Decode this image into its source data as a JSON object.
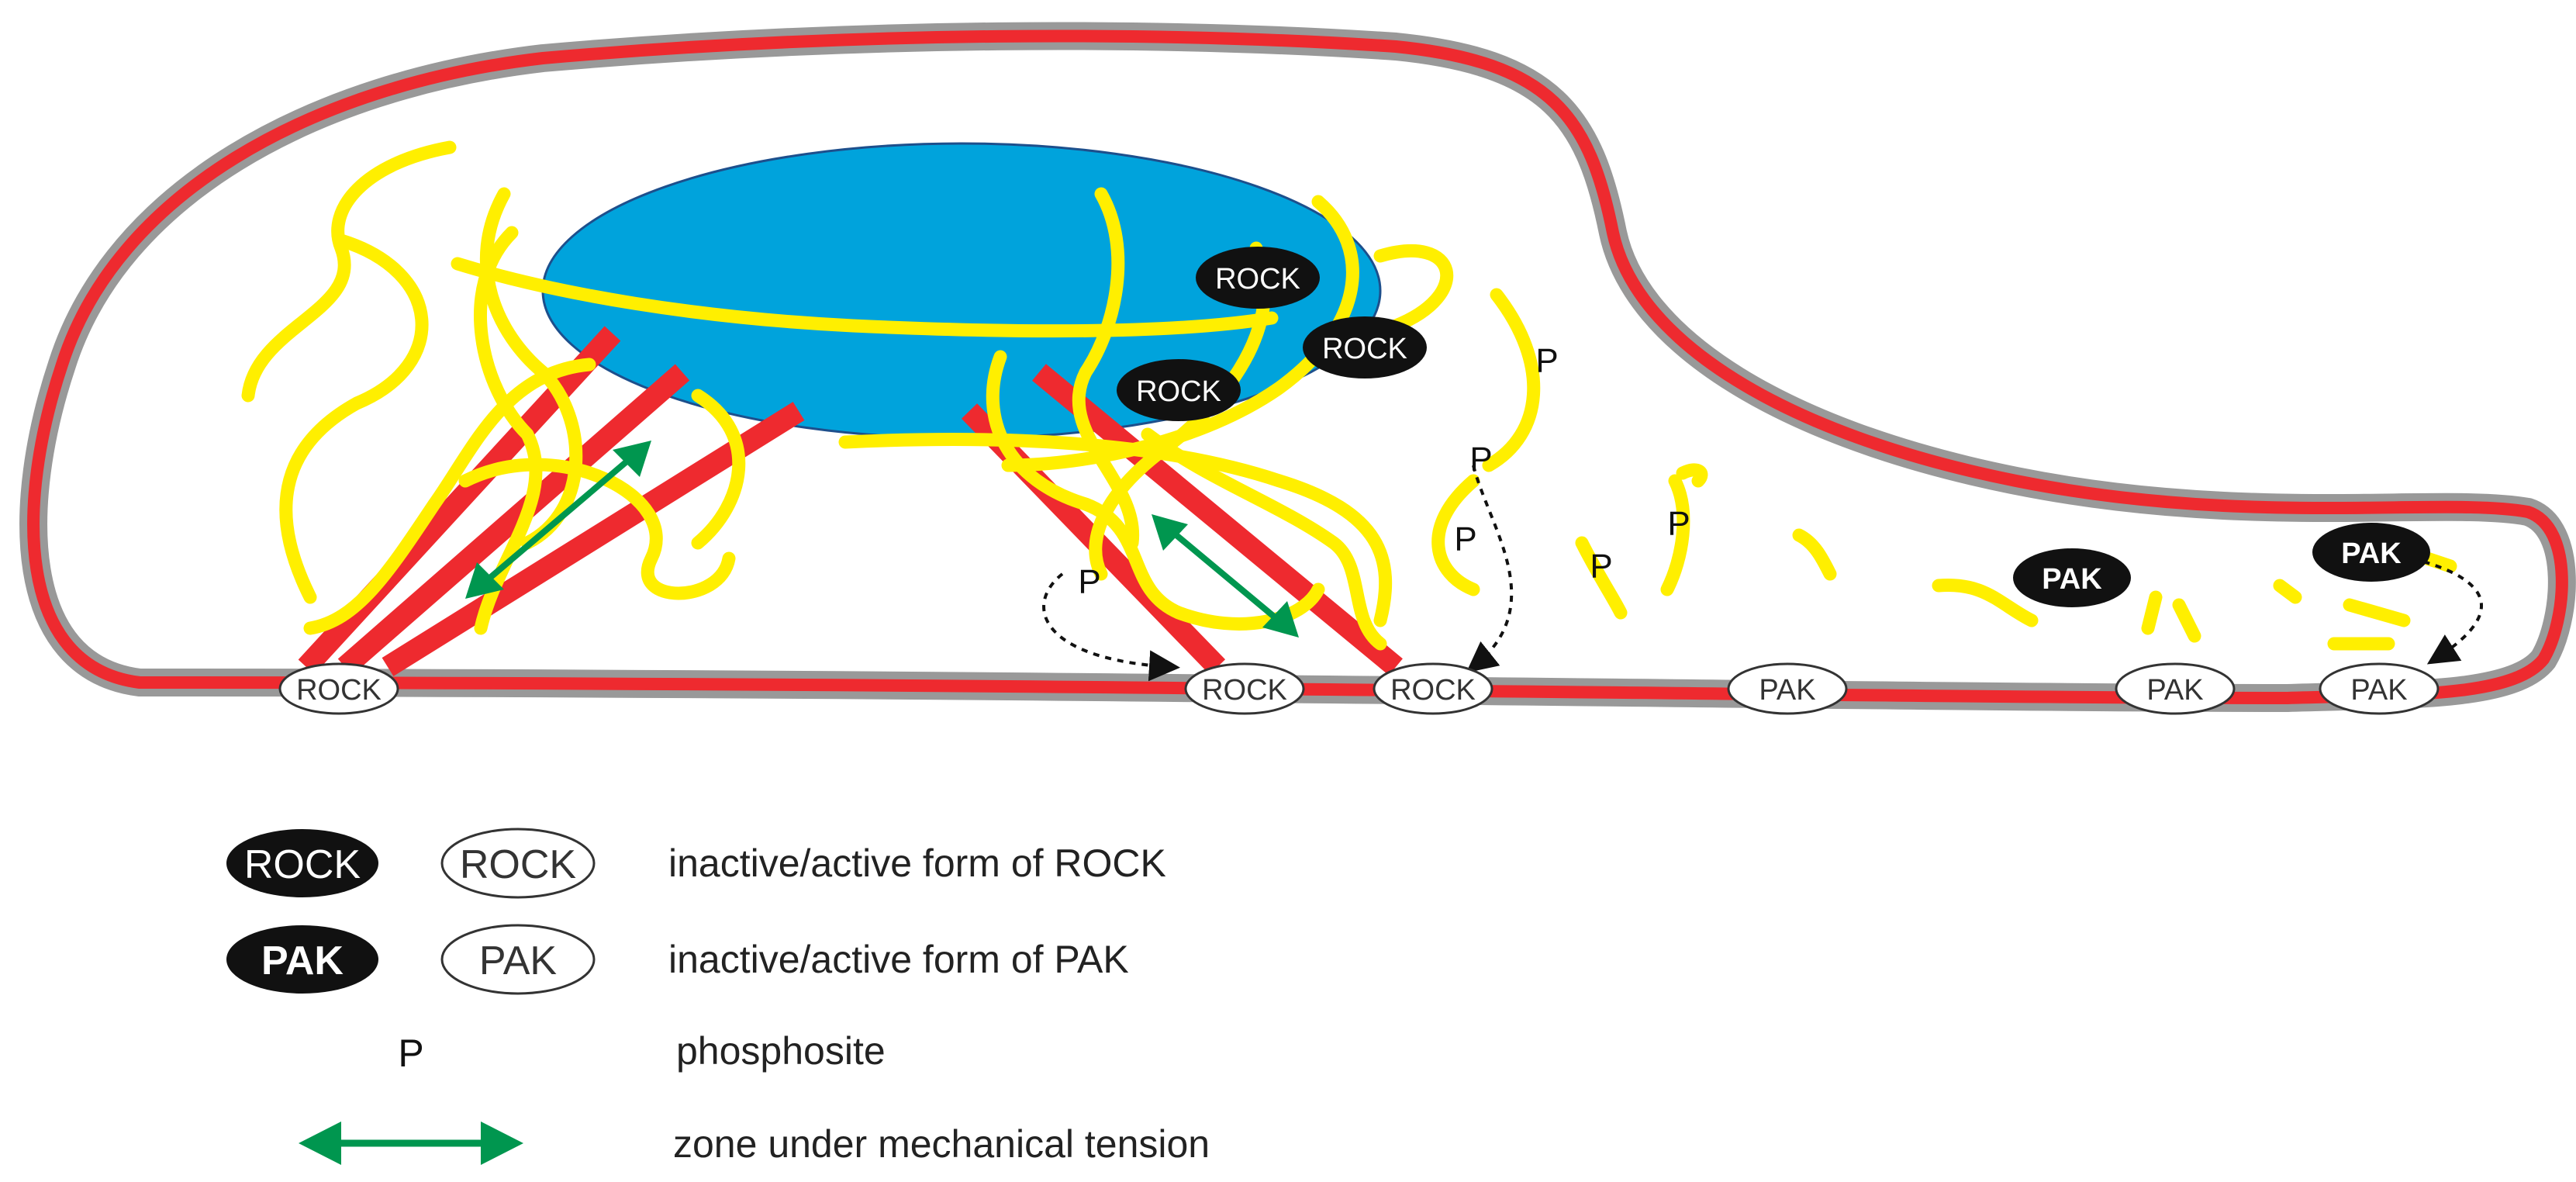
{
  "labels": {
    "rock": "ROCK",
    "pak": "PAK",
    "p": "P"
  },
  "legend": {
    "rock_desc": "inactive/active form of ROCK",
    "pak_desc": "inactive/active form of PAK",
    "p_desc": "phosphosite",
    "tension_desc": "zone under mechanical tension"
  },
  "colors": {
    "membrane": "#ee2a2f",
    "membrane_outline": "#999999",
    "nucleus": "#00a3dc",
    "filament": "#ffef00",
    "stress_fiber": "#ee2a2f",
    "tension_arrow": "#00964f",
    "inactive_fill": "#111111",
    "active_fill": "#ffffff"
  }
}
